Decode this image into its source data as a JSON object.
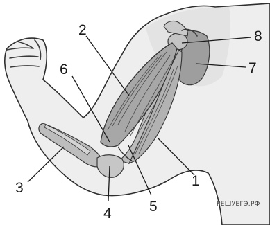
{
  "labels": {
    "n1": "1",
    "n2": "2",
    "n3": "3",
    "n4": "4",
    "n5": "5",
    "n6": "6",
    "n7": "7",
    "n8": "8"
  },
  "watermark": "РЕШУЕГЭ.РФ",
  "colors": {
    "skin": "#ececec",
    "bone": "#b9b9b9",
    "muscle": "#a8a8a8",
    "scapula": "#9d9d9d",
    "outline": "#3a3a3a"
  }
}
